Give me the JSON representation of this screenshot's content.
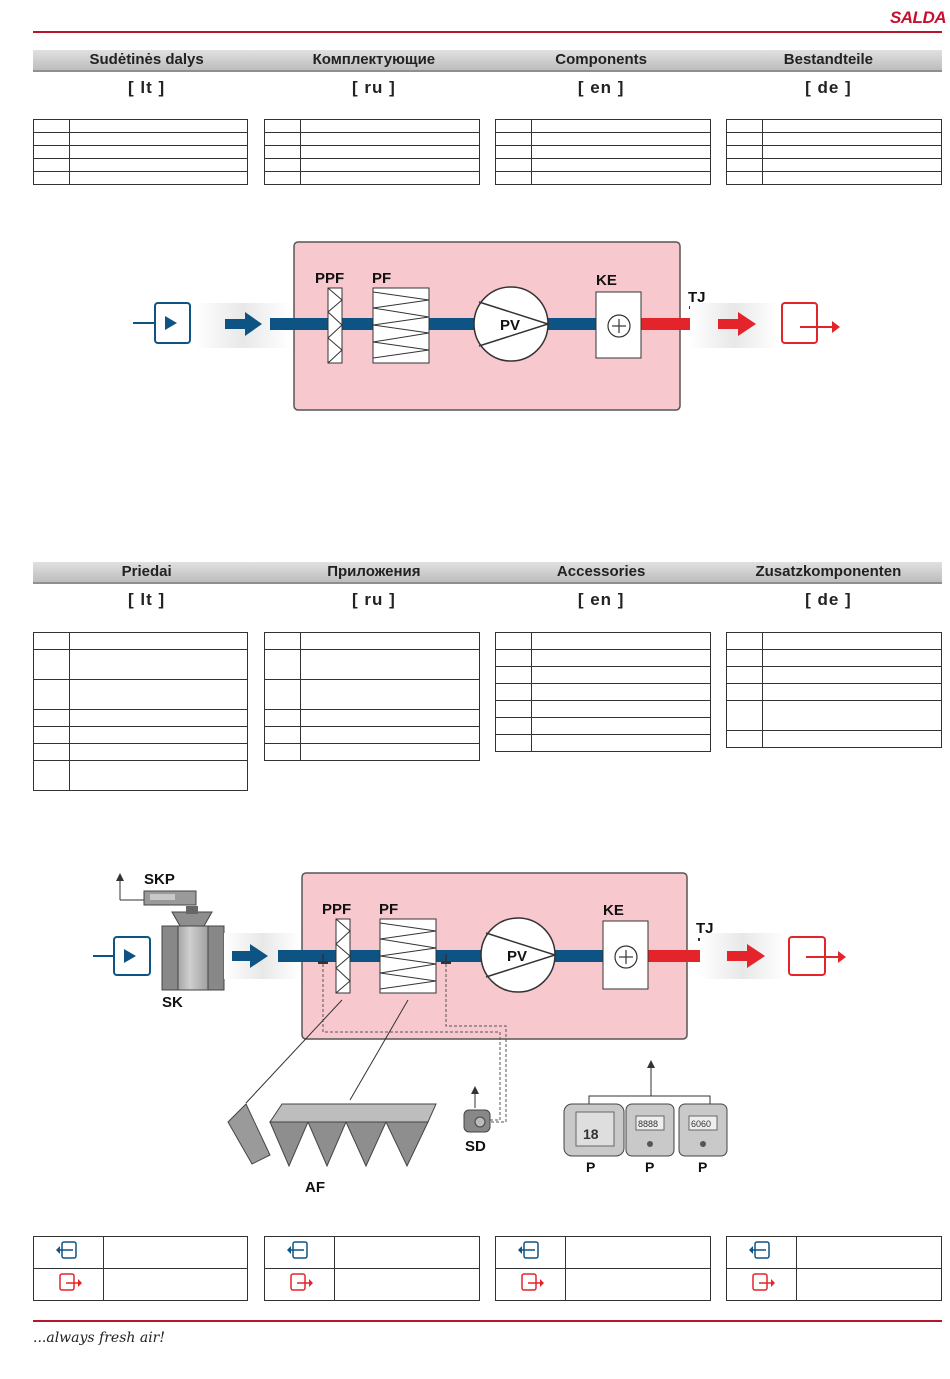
{
  "brand": "SALDA",
  "slogan": "...always fresh air!",
  "components": {
    "headers": [
      "Sudėtinės dalys",
      "Комплектующие",
      "Components",
      "Bestandteile"
    ],
    "langs": [
      "[ lt ]",
      "[ ru ]",
      "[ en ]",
      "[ de ]"
    ]
  },
  "accessories": {
    "headers": [
      "Priedai",
      "Приложения",
      "Accessories",
      "Zusatzkomponenten"
    ],
    "langs": [
      "[ lt ]",
      "[ ru ]",
      "[ en ]",
      "[ de ]"
    ]
  },
  "diagram1": {
    "labels": {
      "ppf": "PPF",
      "pf": "PF",
      "pv": "PV",
      "ke": "KE",
      "tj": "TJ"
    }
  },
  "diagram2": {
    "labels": {
      "skp": "SKP",
      "sk": "SK",
      "ppf": "PPF",
      "pf": "PF",
      "pv": "PV",
      "ke": "KE",
      "tj": "TJ",
      "af": "AF",
      "sd": "SD",
      "p1": "P",
      "p2": "P",
      "p3": "P"
    },
    "display_readouts": {
      "main": "18",
      "panel2": "8888",
      "panel3": "6060"
    }
  },
  "colors": {
    "supply_blue": "#0d5384",
    "exhaust_red": "#e3242b",
    "unit_pink": "#f8c8cf",
    "brand_red": "#c8102e"
  },
  "icons": [
    "supply-air-icon",
    "exhaust-air-icon",
    "fan-icon",
    "heater-icon",
    "filter-icon",
    "arrow-right-icon"
  ]
}
